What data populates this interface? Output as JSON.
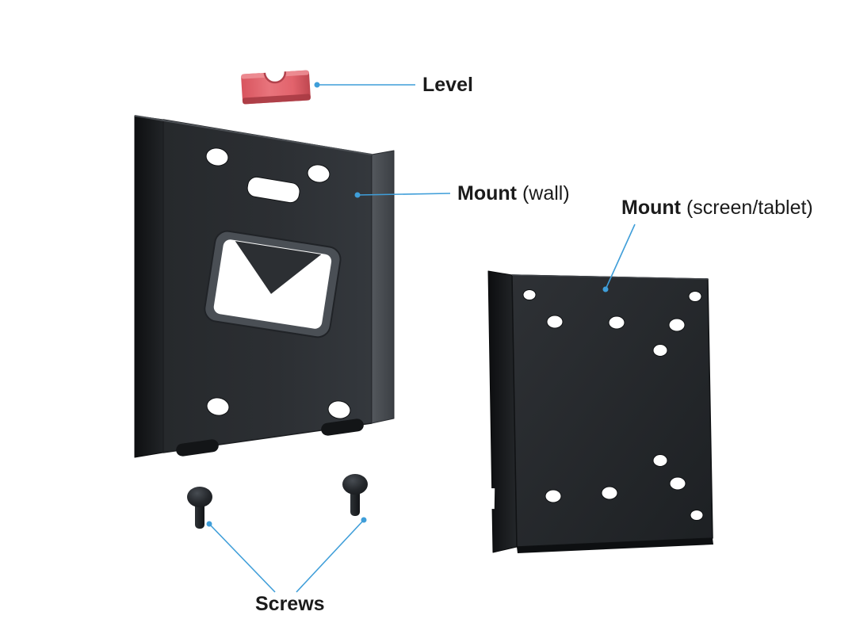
{
  "labels": {
    "level": {
      "title": "Level"
    },
    "mount_wall": {
      "title": "Mount",
      "suffix": "(wall)"
    },
    "mount_screen": {
      "title": "Mount",
      "suffix": "(screen/tablet)"
    },
    "screws": {
      "title": "Screws"
    }
  },
  "colors": {
    "background": "#ffffff",
    "text": "#1b1b1b",
    "leader": "#3f9ed9",
    "level_red": "#e2636c",
    "plate_dark": "#2b2e32",
    "screen_plate_dark": "#222528"
  }
}
